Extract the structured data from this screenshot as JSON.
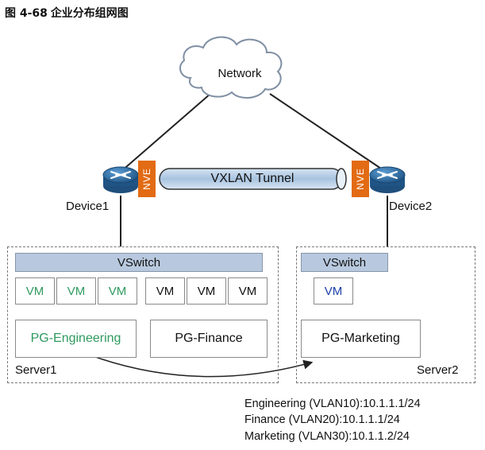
{
  "figure": {
    "title_prefix": "图 4-68",
    "title_text": "企业分布组网图"
  },
  "network": {
    "label": "Network"
  },
  "device1": {
    "label": "Device1",
    "nve": "NVE"
  },
  "device2": {
    "label": "Device2",
    "nve": "NVE"
  },
  "tunnel": {
    "label": "VXLAN Tunnel"
  },
  "server1": {
    "label": "Server1",
    "vswitch": "VSwitch",
    "vms": [
      "VM",
      "VM",
      "VM",
      "VM",
      "VM",
      "VM"
    ],
    "port_groups": [
      "PG-Engineering",
      "PG-Finance"
    ]
  },
  "server2": {
    "label": "Server2",
    "vswitch": "VSwitch",
    "vms": [
      "VM"
    ],
    "port_groups": [
      "PG-Marketing"
    ]
  },
  "legend": [
    "Engineering (VLAN10):10.1.1.1/24",
    "Finance (VLAN20):10.1.1.1/24",
    "Marketing (VLAN30):10.1.1.2/24"
  ],
  "colors": {
    "nve": "#e26b14",
    "vswitch": "#b8c9df",
    "tunnel": "#b8cfe6",
    "router": "#2d6fa6",
    "engineering_text": "#2e9a5e",
    "marketing_vm_text": "#1b3fa8"
  },
  "icons": {
    "router": "router-icon",
    "cloud": "cloud-icon"
  }
}
